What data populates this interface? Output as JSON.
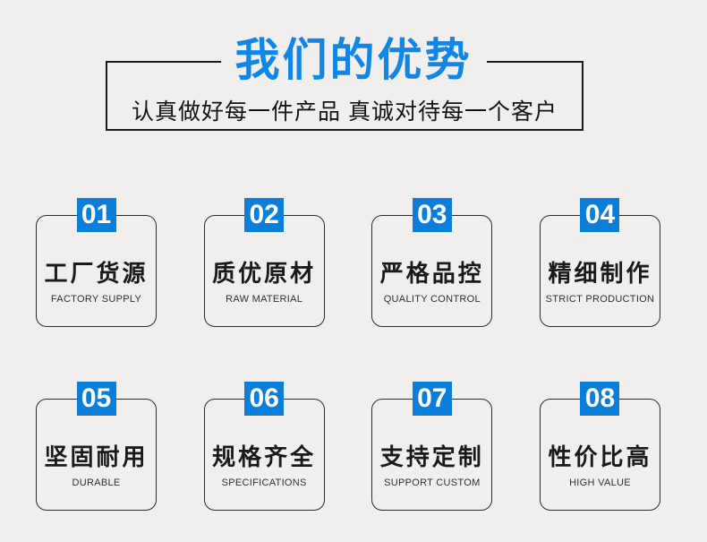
{
  "colors": {
    "page-bg": "#f1eeee",
    "line-dark": "#1a1a1a",
    "title-blue": "#1086e8",
    "badge-blue": "#0b7ed9"
  },
  "header": {
    "title": "我们的优势",
    "subtitle": "认真做好每一件产品 真诚对待每一个客户"
  },
  "cards": [
    {
      "number": "01",
      "title": "工厂货源",
      "subtitle": "FACTORY SUPPLY"
    },
    {
      "number": "02",
      "title": "质优原材",
      "subtitle": "RAW MATERIAL"
    },
    {
      "number": "03",
      "title": "严格品控",
      "subtitle": "QUALITY CONTROL"
    },
    {
      "number": "04",
      "title": "精细制作",
      "subtitle": "STRICT PRODUCTION"
    },
    {
      "number": "05",
      "title": "坚固耐用",
      "subtitle": "DURABLE"
    },
    {
      "number": "06",
      "title": "规格齐全",
      "subtitle": "SPECIFICATIONS"
    },
    {
      "number": "07",
      "title": "支持定制",
      "subtitle": "SUPPORT CUSTOM"
    },
    {
      "number": "08",
      "title": "性价比高",
      "subtitle": "HIGH VALUE"
    }
  ]
}
